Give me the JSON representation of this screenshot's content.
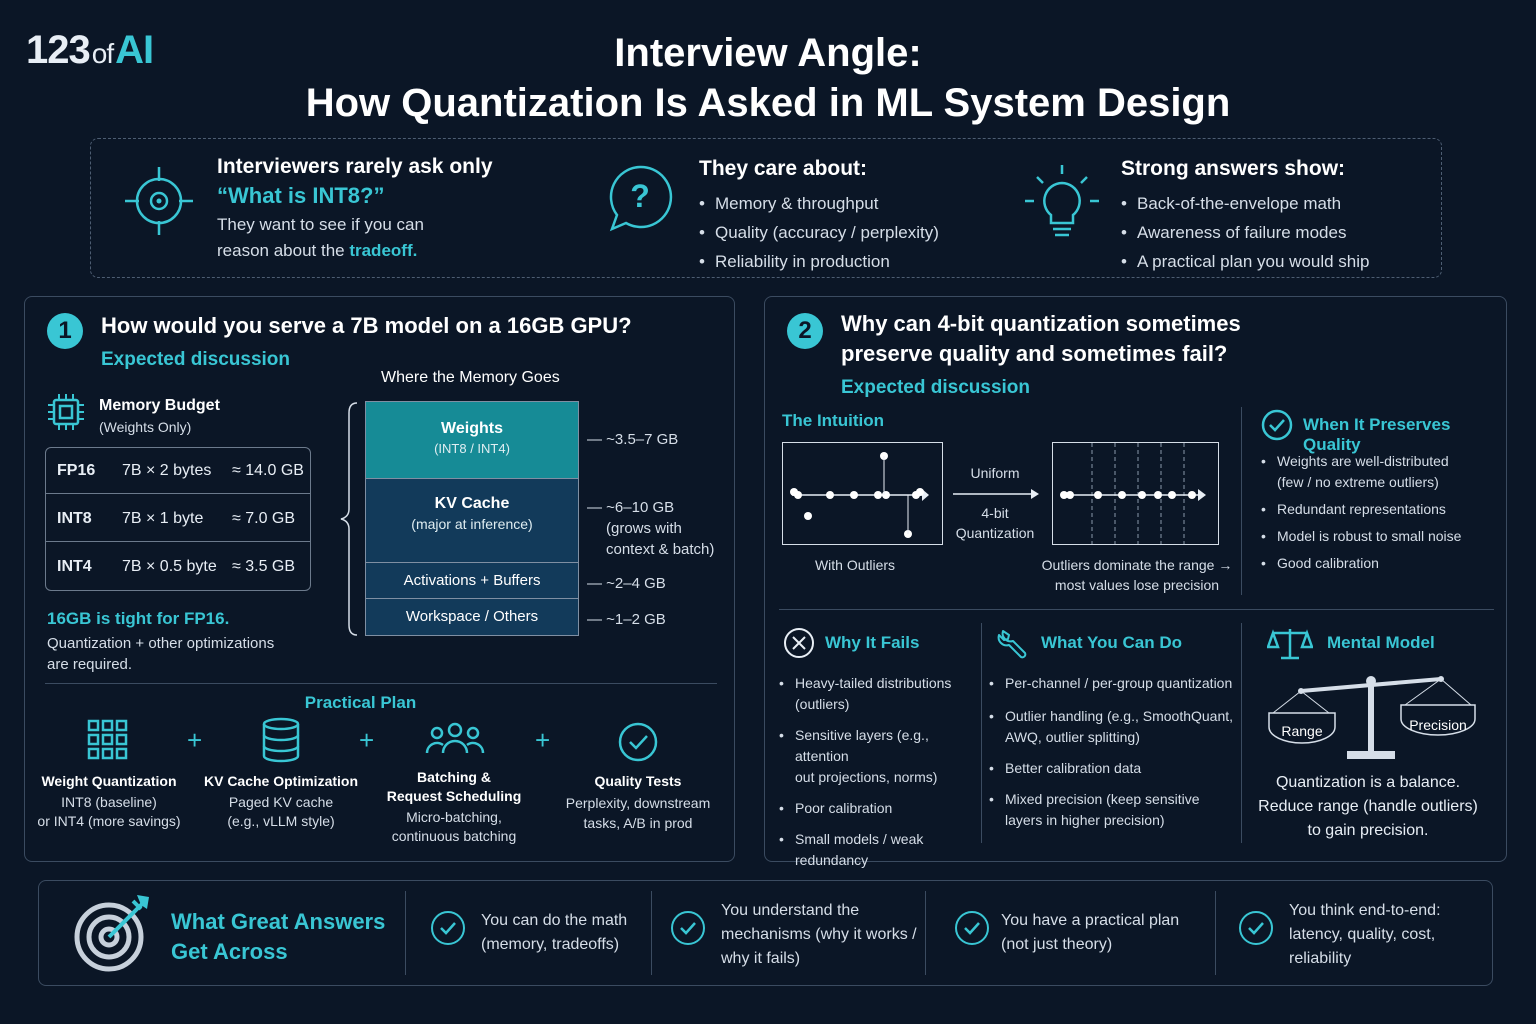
{
  "logo": {
    "num": "123",
    "of": "of",
    "ai": "AI"
  },
  "title": {
    "line1": "Interview Angle:",
    "line2": "How Quantization Is Asked in ML System Design"
  },
  "intro": {
    "col1": {
      "line1": "Interviewers rarely ask only",
      "line2": "“What is INT8?”",
      "line3": "They want to see if you can",
      "line4a": "reason about the ",
      "line4b": "tradeoff."
    },
    "col2": {
      "heading": "They care about:",
      "items": [
        "Memory & throughput",
        "Quality (accuracy / perplexity)",
        "Reliability in production"
      ]
    },
    "col3": {
      "heading": "Strong answers show:",
      "items": [
        "Back-of-the-envelope math",
        "Awareness of failure modes",
        "A practical plan you would ship"
      ]
    }
  },
  "q1": {
    "num": "1",
    "question": "How would you serve a 7B model on a 16GB GPU?",
    "expected": "Expected discussion",
    "budget_title": "Memory Budget",
    "budget_sub": "(Weights Only)",
    "table": [
      {
        "fmt": "FP16",
        "calc": "7B × 2 bytes",
        "size": "≈ 14.0 GB"
      },
      {
        "fmt": "INT8",
        "calc": "7B × 1 byte",
        "size": "≈ 7.0 GB"
      },
      {
        "fmt": "INT4",
        "calc": "7B × 0.5 byte",
        "size": "≈ 3.5 GB"
      }
    ],
    "tight": "16GB is tight for FP16.",
    "tight_sub1": "Quantization + other optimizations",
    "tight_sub2": "are required.",
    "memory_title": "Where the Memory Goes",
    "stack": [
      {
        "name": "Weights",
        "sub": "(INT8 / INT4)",
        "amount": "~3.5–7 GB"
      },
      {
        "name": "KV Cache",
        "sub": "(major at inference)",
        "amount": "~6–10 GB",
        "amount2": "(grows with",
        "amount3": "context & batch)"
      },
      {
        "name": "Activations + Buffers",
        "amount": "~2–4 GB"
      },
      {
        "name": "Workspace / Others",
        "amount": "~1–2 GB"
      }
    ],
    "plan_title": "Practical Plan",
    "plus": "+",
    "plan": [
      {
        "title": "Weight Quantization",
        "l1": "INT8 (baseline)",
        "l2": "or INT4 (more savings)"
      },
      {
        "title": "KV Cache Optimization",
        "l1": "Paged KV cache",
        "l2": "(e.g., vLLM style)"
      },
      {
        "title": "Batching &",
        "title2": "Request Scheduling",
        "l1": "Micro-batching,",
        "l2": "continuous batching"
      },
      {
        "title": "Quality Tests",
        "l1": "Perplexity, downstream",
        "l2": "tasks, A/B in prod"
      }
    ]
  },
  "q2": {
    "num": "2",
    "question1": "Why can 4-bit quantization sometimes",
    "question2": "preserve quality and sometimes fail?",
    "expected": "Expected discussion",
    "intuition": "The Intuition",
    "with_outliers": "With Outliers",
    "uniform": "Uniform",
    "fourbit": "4-bit",
    "quantization": "Quantization",
    "dominate1": "Outliers dominate the range →",
    "dominate2": "most values lose precision",
    "preserves_title": "When It Preserves Quality",
    "preserves": [
      "Weights are well-distributed",
      "(few / no extreme outliers)",
      "Redundant representations",
      "Model is robust to small noise",
      "Good calibration"
    ],
    "fails_title": "Why It Fails",
    "fails": [
      [
        "Heavy-tailed distributions",
        "(outliers)"
      ],
      [
        "Sensitive layers (e.g., attention",
        "out projections, norms)"
      ],
      [
        "Poor calibration"
      ],
      [
        "Small models / weak redundancy"
      ]
    ],
    "cando_title": "What You Can Do",
    "cando": [
      [
        "Per-channel / per-group quantization"
      ],
      [
        "Outlier handling (e.g., SmoothQuant,",
        "AWQ, outlier splitting)"
      ],
      [
        "Better calibration data"
      ],
      [
        "Mixed precision (keep sensitive",
        "layers in higher precision)"
      ]
    ],
    "mental_title": "Mental Model",
    "range": "Range",
    "precision": "Precision",
    "balance1": "Quantization is a balance.",
    "balance2": "Reduce range (handle outliers)",
    "balance3": "to gain precision."
  },
  "footer": {
    "title1": "What Great Answers",
    "title2": "Get Across",
    "items": [
      [
        "You can do the math",
        "(memory, tradeoffs)"
      ],
      [
        "You understand the",
        "mechanisms (why it works /",
        "why it fails)"
      ],
      [
        "You have a practical plan",
        "(not just theory)"
      ],
      [
        "You think end-to-end:",
        "latency, quality, cost,",
        "reliability"
      ]
    ]
  }
}
